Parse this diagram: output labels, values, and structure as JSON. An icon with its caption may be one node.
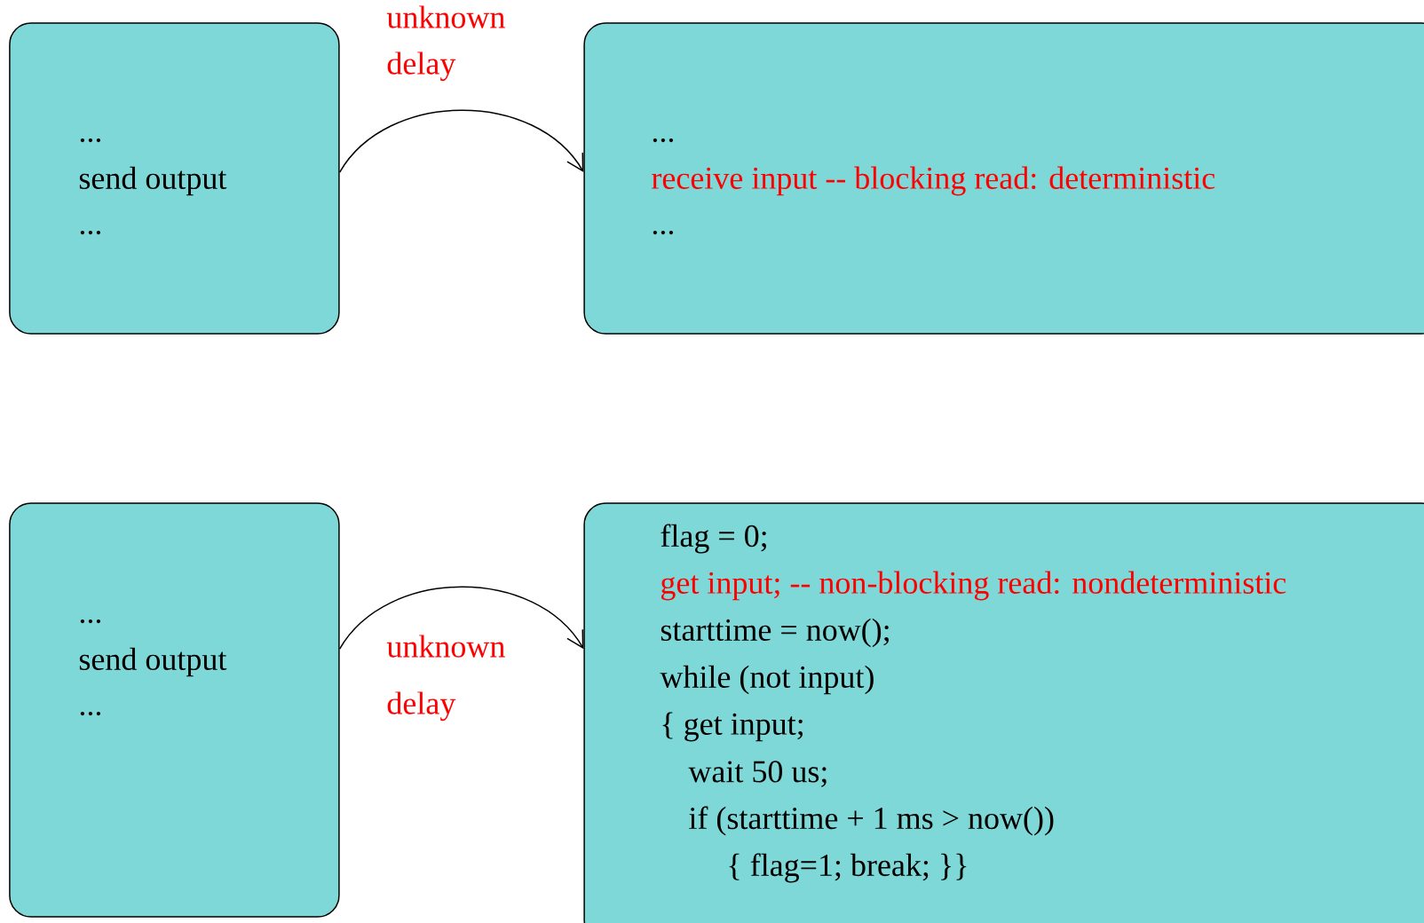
{
  "diagram": {
    "nodes": [
      {
        "text": [
          "...",
          "send output",
          "..."
        ]
      },
      {
        "text": [
          "...",
          "receive input -- blocking read: deterministic",
          "..."
        ]
      },
      {
        "text": [
          "...",
          "send output",
          "..."
        ]
      },
      {
        "text": [
          "flag = 0;",
          "get input; -- non-blocking read: nondeterministic",
          "starttime = now();",
          "while (not input)",
          "{ get input;",
          "wait 50 us;",
          "if (starttime + 1 ms > now())",
          "{ flag=1; break; }}"
        ]
      }
    ],
    "edges": [
      {
        "from": 0,
        "to": 1,
        "arrow": "to",
        "label": "unknown delay"
      },
      {
        "from": 2,
        "to": 3,
        "arrow": "to",
        "label": "unknown delay"
      }
    ]
  }
}
